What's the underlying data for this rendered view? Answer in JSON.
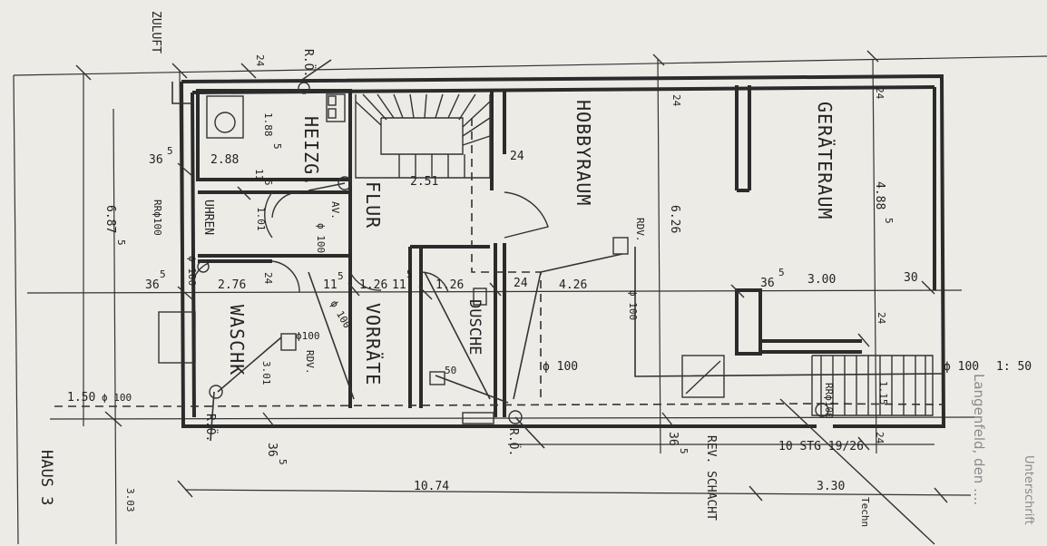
{
  "plan": {
    "house": "HAUS 3",
    "scale": "1: 50",
    "place_date": "Langenfeld, den ....",
    "stamp": "Unterschrift",
    "air_supply": "ZULUFT",
    "stairs_note": "10 STG 19/26",
    "rooms": {
      "heizung": "HEIZG.",
      "flur": "FLUR",
      "hobbyraum": "HOBBYRAUM",
      "geraeteraum": "GERÄTERAUM",
      "waschkueche": "WASCHK",
      "vorraete": "VORRÄTE",
      "dusche": "DUSCHE",
      "uhren": "UHREN"
    },
    "dimensions": {
      "zuluft_24": "24",
      "heizg_w": "2.88",
      "heizg_side": "36",
      "heizg_side_sup": "5",
      "heizg_inner": "1.88",
      "heizg_inner_sup": "5",
      "heizg_h": "11",
      "heizg_h_sup": "5",
      "uhren_h": "1.01",
      "flur_w": "2.51",
      "flur_wall": "24",
      "total_h": "6.87",
      "total_h_sup": "5",
      "wasch_w": "2.76",
      "wasch_side": "36",
      "wasch_side_sup": "5",
      "wasch_wall": "24",
      "vorr_wall": "11",
      "vorr_wall_sup": "5",
      "vorr_w": "1.26",
      "vorr_wall2": "11",
      "vorr_wall2_sup": "5",
      "dusche_w": "1.26",
      "dusche_wall": "24",
      "hobby_w": "4.26",
      "hobby_h": "6.26",
      "hobby_wall": "24",
      "geraet_side": "36",
      "geraet_side_sup": "5",
      "geraet_w": "3.00",
      "geraet_wall": "30",
      "geraet_h": "4.88",
      "geraet_h_sup": "5",
      "geraet_wall_top": "24",
      "geraet_wall_bottom": "24",
      "stair_wall": "24",
      "stair_w": "3.30",
      "stair_115": "1.15",
      "bottom_total": "10.74",
      "bottom_36a": "36",
      "bottom_36a_sup": "5",
      "bottom_36b": "36",
      "bottom_36b_sup": "5",
      "left_150": "1.50",
      "left_303": "3.03",
      "wasch_h": "3.01",
      "pipe_50": "50"
    },
    "fixtures": {
      "ro_top": "R.Ö.",
      "ro_left": "R.Ö.",
      "ro_bottom": "R.Ö.",
      "rr_100_left": "RRϕ100",
      "rr_100_right": "RRϕ100",
      "rdv_hobby": "RDV.",
      "rdv_wasch": "RDV.",
      "pipe_100_a": "ϕ 100",
      "pipe_100_b": "ϕ 100",
      "pipe_100_c": "ϕ 100",
      "pipe_100_d": "ϕ100",
      "pipe_100_e": "ϕ 100",
      "pipe_100_flur": "ϕ 100",
      "pipe_100_left": "ϕ 100",
      "pipe_100_exit": "ϕ 100",
      "heizg_av": "AV.",
      "rev_schacht": "REV. SCHACHT",
      "techn": "Techn"
    }
  }
}
